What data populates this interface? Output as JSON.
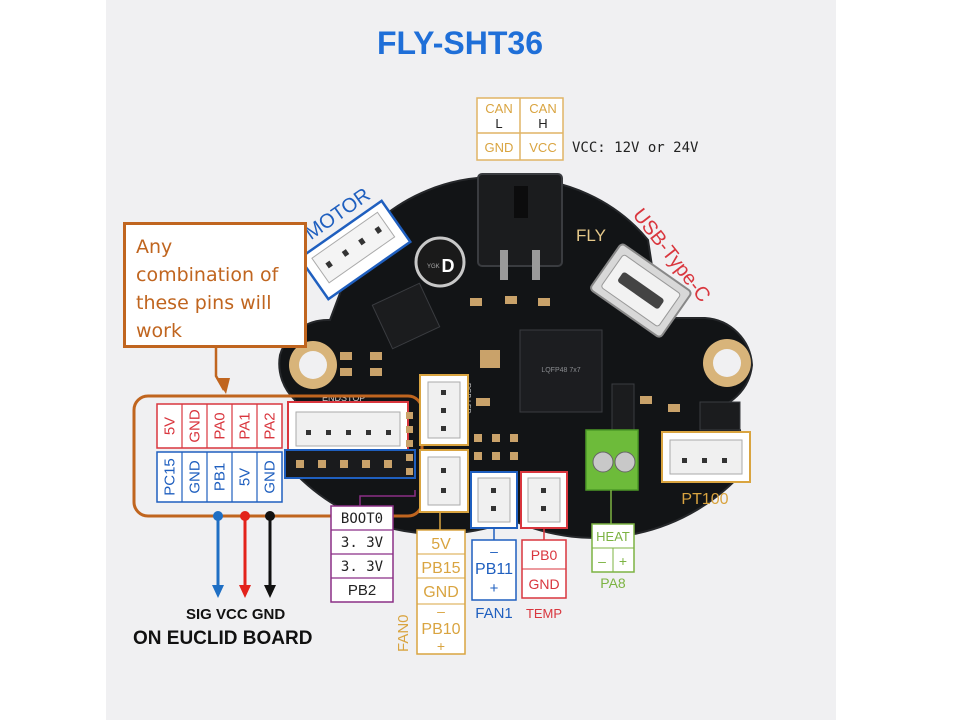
{
  "title": "FLY-SHT36",
  "callout": "Any combination of these pins will work",
  "can": {
    "top": [
      "CAN",
      "CAN"
    ],
    "mid": [
      "L",
      "H"
    ],
    "bottom": [
      "GND",
      "VCC"
    ],
    "vcc_note": "VCC: 12V or 24V"
  },
  "silk": {
    "motor": "E- MOTOR",
    "usb": "USB-Type-C",
    "fly": "FLY",
    "endstop": "ENDSTOP",
    "rgb": "RGB LED",
    "chip": "LQFP48 7x7",
    "cap_letter": "D",
    "cap_code": "YGK"
  },
  "endstop_pins": {
    "top": [
      "5V",
      "GND",
      "PA0",
      "PA1",
      "PA2"
    ],
    "bottom": [
      "PC15",
      "GND",
      "PB1",
      "5V",
      "GND"
    ]
  },
  "boot": [
    "BOOT0",
    "3. 3V",
    "3. 3V",
    "PB2"
  ],
  "fan0": {
    "labels": [
      "5V",
      "PB15",
      "GND",
      "–",
      "PB10",
      "+"
    ],
    "name": "FAN0"
  },
  "fan1": {
    "labels": [
      "–",
      "PB11",
      "+"
    ],
    "name": "FAN1"
  },
  "temp": {
    "labels": [
      "PB0",
      "GND"
    ],
    "name": "TEMP"
  },
  "heat": {
    "title": "HEAT",
    "labels": [
      "–",
      "+"
    ],
    "pin": "PA8"
  },
  "pt100": "PT100",
  "wires": {
    "labels": "SIG VCC GND",
    "board": "ON EUCLID BOARD",
    "colors": [
      "#1f6fc4",
      "#e3221b",
      "#111111"
    ]
  },
  "colors": {
    "title": "#1f6fd8",
    "orange": "#c0651f",
    "red": "#d9363e",
    "blue": "#1f5fbf",
    "purple": "#8b2f86",
    "gold": "#d9a440",
    "green": "#7cb342"
  }
}
